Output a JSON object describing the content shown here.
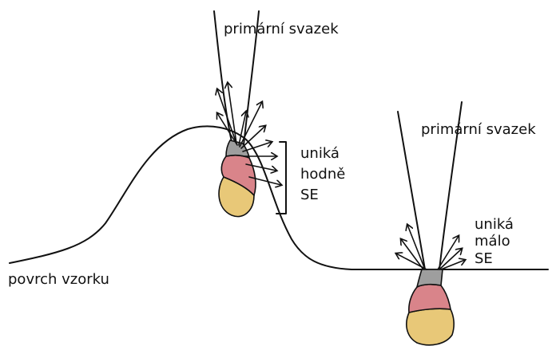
{
  "labels": {
    "beam_left": "primární svazek",
    "beam_right": "primární svazek",
    "surface": "povrch vzorku",
    "escape_much": [
      "uniká",
      "hodně",
      "SE"
    ],
    "escape_little": [
      "uniká",
      "málo",
      "SE"
    ]
  },
  "colors": {
    "line": "#111111",
    "grey_zone": "#9e9e9e",
    "pink_zone": "#d9848a",
    "yellow_zone": "#e8c878"
  }
}
